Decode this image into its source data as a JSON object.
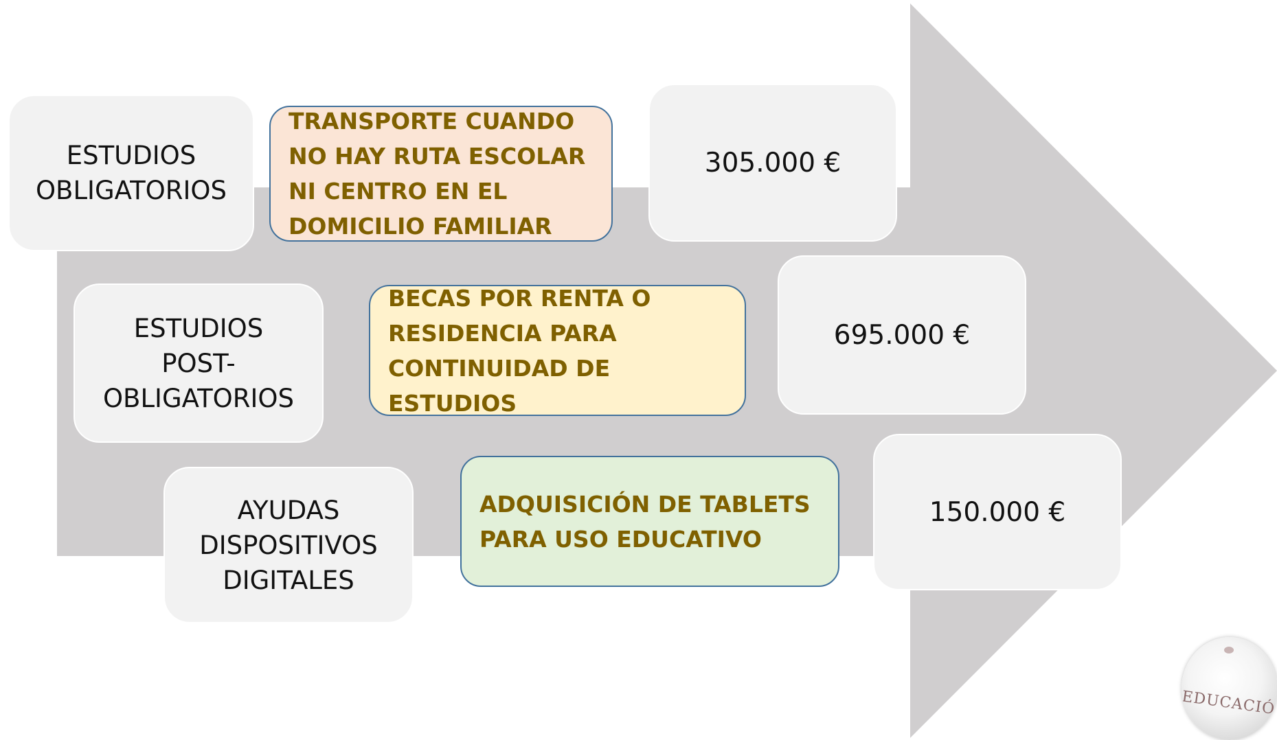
{
  "colors": {
    "arrow": "#d0cecf",
    "box_fill": "#f2f2f2",
    "desc_border": "#41719c",
    "desc_text": "#7f6000"
  },
  "rows": [
    {
      "category": "ESTUDIOS\nOBLIGATORIOS",
      "description": "TRANSPORTE CUANDO\nNO HAY RUTA ESCOLAR\nNI CENTRO EN EL\nDOMICILIO FAMILIAR",
      "description_fill": "#fbe5d6",
      "amount": "305.000 €"
    },
    {
      "category": "ESTUDIOS\nPOST-\nOBLIGATORIOS",
      "description": "BECAS POR RENTA O\nRESIDENCIA PARA\nCONTINUIDAD DE ESTUDIOS",
      "description_fill": "#fff2cc",
      "amount": "695.000 €"
    },
    {
      "category": "AYUDAS\nDISPOSITIVOS\nDIGITALES",
      "description": "ADQUISICIÓN DE TABLETS\nPARA USO EDUCATIVO",
      "description_fill": "#e2f0d9",
      "amount": "150.000 €"
    }
  ],
  "logo": {
    "text": "EDUCACIÓN",
    "icon": "education-seal-icon"
  }
}
